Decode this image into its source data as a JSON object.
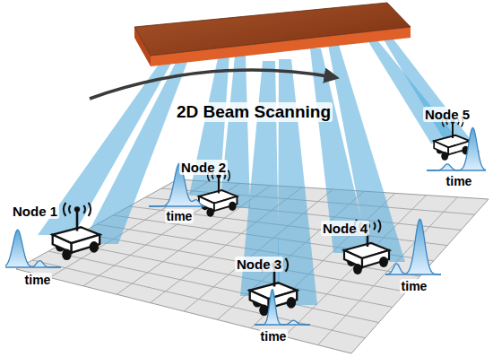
{
  "diagram": {
    "nodes": [
      {
        "text": [
          "Node 1"
        ]
      },
      {
        "text": [
          "Node 2"
        ]
      },
      {
        "text": [
          "Node 3"
        ]
      },
      {
        "text": [
          "Node 4"
        ]
      },
      {
        "text": [
          "Node 5"
        ]
      }
    ],
    "labels": [
      "2D Beam Scanning",
      "time",
      "time",
      "time",
      "time",
      "time"
    ]
  }
}
